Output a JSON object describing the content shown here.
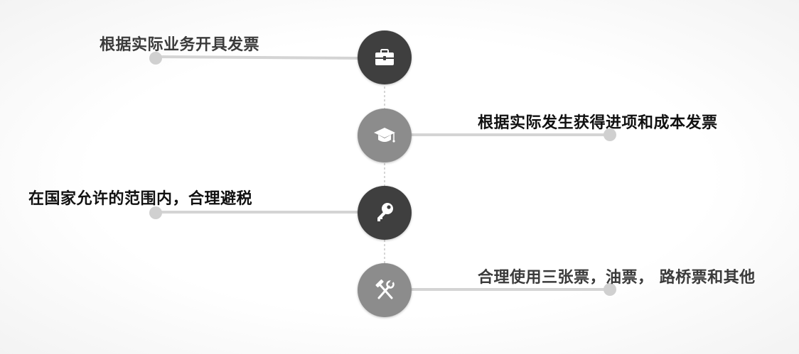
{
  "colors": {
    "dark_node": "#3f3f3f",
    "light_node": "#8c8c8c",
    "connector": "#d4d4d4",
    "dot": "#d0d0d0",
    "timeline": "#c8c8c8",
    "label_dark": "#111111",
    "label_mid": "#3a3a3a"
  },
  "steps": [
    {
      "label": "根据实际业务开具发票",
      "icon": "briefcase-icon"
    },
    {
      "label": "根据实际发生获得进项和成本发票",
      "icon": "graduation-cap-icon"
    },
    {
      "label": "在国家允许的范围内，合理避税",
      "icon": "key-icon"
    },
    {
      "label": "合理使用三张票，油票， 路桥票和其他",
      "icon": "tools-icon"
    }
  ]
}
